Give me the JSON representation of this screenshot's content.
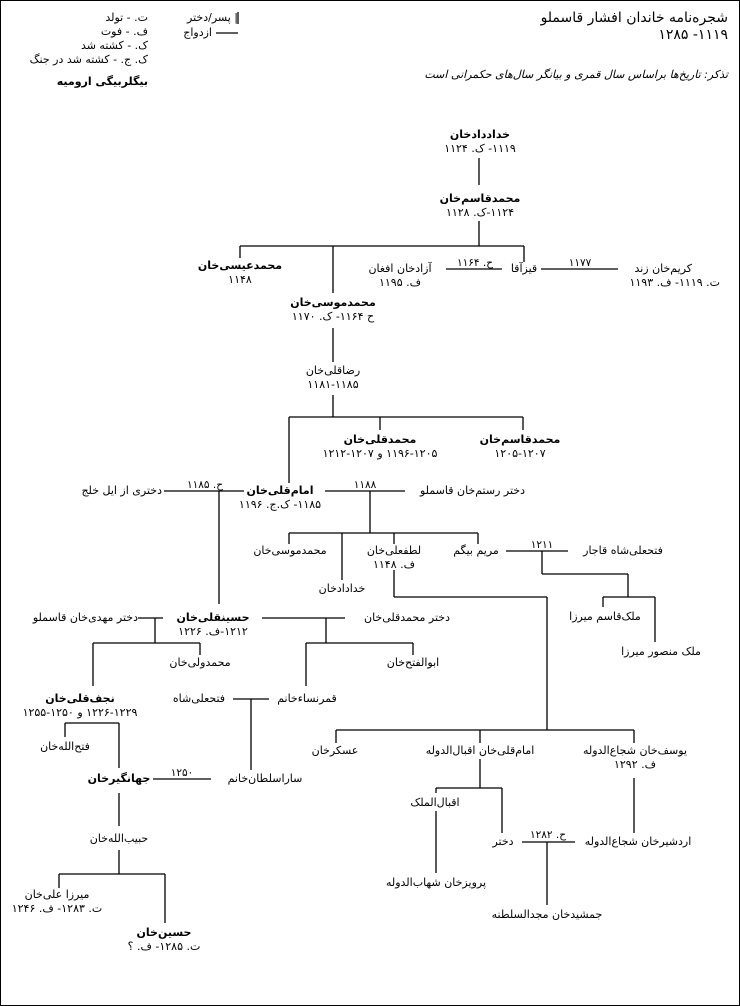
{
  "header": {
    "title": "شجره‌نامه خاندان افشار قاسملو",
    "years": "۱۱۱۹- ۱۲۸۵",
    "note": "تذکر: تاریخ‌ها براساس سال قمری و بیانگر سال‌های حکمرانی است"
  },
  "legend": {
    "abbreviations": [
      "ت. - تولد",
      "ف. - فوت",
      "ک. - کشته شد",
      "ک. ج. - کشته شد در جنگ"
    ],
    "child_line": "| پسر/دختر",
    "marriage_line": "ازدواج",
    "office": "بیگلربیگی ارومیه"
  },
  "people": {
    "khodadad": {
      "name": "خداددادخان",
      "dates": "۱۱۱۹- ک. ۱۱۲۴"
    },
    "mqasem1": {
      "name": "محمدقاسم‌خان",
      "dates": "۱۱۲۴-ک. ۱۱۲۸"
    },
    "meisa": {
      "name": "محمدعیسی‌خان",
      "dates": "۱۱۴۸"
    },
    "mmusa": {
      "name": "محمدموسی‌خان",
      "dates": "ح ۱۱۶۴- ک. ۱۱۷۰"
    },
    "azad": {
      "name": "آزادخان افغان",
      "dates": "ف. ۱۱۹۵"
    },
    "qizaqa": {
      "name": "قیزآقا"
    },
    "karim": {
      "name": "کریم‌خان زند",
      "dates": "ت. ۱۱۱۹- ف. ۱۱۹۳"
    },
    "reza": {
      "name": "رضاقلی‌خان",
      "dates": "۱۱۸۱-۱۱۸۵"
    },
    "mqoli": {
      "name": "محمدقلی‌خان",
      "dates": "۱۱۹۶-۱۲۰۵ و ۱۲۰۷-۱۲۱۲"
    },
    "mqasem2": {
      "name": "محمدقاسم‌خان",
      "dates": "۱۲۰۵-۱۲۰۷"
    },
    "emam": {
      "name": "امام‌قلی‌خان",
      "dates": "۱۱۸۵- ک.ج. ۱۱۹۶"
    },
    "khalaj": {
      "name": "دختری از ایل خلج"
    },
    "rostam_d": {
      "name": "دختر رستم‌خان قاسملو"
    },
    "mmusa2": {
      "name": "محمدموسی‌خان"
    },
    "lotf": {
      "name": "لطفعلی‌خان",
      "dates": "ف. ۱۱۴۸"
    },
    "maryam": {
      "name": "مریم بیگم"
    },
    "fathali_q": {
      "name": "فتحعلی‌شاه قاجار"
    },
    "khodadad2": {
      "name": "خدادادخان"
    },
    "malek_qasem": {
      "name": "ملک‌قاسم میرزا"
    },
    "malek_mansur": {
      "name": "ملک منصور میرزا"
    },
    "mahdi_d": {
      "name": "دختر مهدی‌خان قاسملو"
    },
    "hosein": {
      "name": "حسینقلی‌خان",
      "dates": "۱۲۱۲-ف. ۱۲۲۶"
    },
    "mqoli_d": {
      "name": "دختر محمدقلی‌خان"
    },
    "mvali": {
      "name": "محمدولی‌خان"
    },
    "abolfath": {
      "name": "ابوالفتح‌خان"
    },
    "najaf": {
      "name": "نجف‌قلی‌خان",
      "dates": "۱۲۲۶-۱۲۲۹ و ۱۲۵۰-۱۲۵۵"
    },
    "fathali_s": {
      "name": "فتحعلی‌شاه"
    },
    "qamar": {
      "name": "قمرنساءخانم"
    },
    "fathollah": {
      "name": "فتح‌الله‌خان"
    },
    "jahangir": {
      "name": "جهانگیرخان"
    },
    "sara": {
      "name": "ساراسلطان‌خانم"
    },
    "askar": {
      "name": "عسکرخان"
    },
    "emam2": {
      "name": "امام‌قلی‌خان اقبال‌الدوله"
    },
    "yusof": {
      "name": "یوسف‌خان شجاع‌الدوله",
      "dates": "ف. ۱۲۹۲"
    },
    "eqbal": {
      "name": "اقبال‌الملک"
    },
    "dokhtar": {
      "name": "دختر"
    },
    "ardeshir": {
      "name": "اردشیرخان شجاع‌الدوله"
    },
    "parviz": {
      "name": "پرویزخان شهاب‌الدوله"
    },
    "jamshid": {
      "name": "جمشیدخان مجدالسلطنه"
    },
    "habib": {
      "name": "حبیب‌الله‌خان"
    },
    "mirza_ali": {
      "name": "میرزا علی‌خان",
      "dates": "ت. ۱۲۸۳- ف. ۱۲۴۶"
    },
    "hosein2": {
      "name": "حسین‌خان",
      "dates": "ت. ۱۲۸۵- ف. ؟"
    }
  },
  "marriages": {
    "azad_qizaqa": "ح. ۱۱۶۴",
    "qizaqa_karim": "۱۱۷۷",
    "emam_khalaj": "ح. ۱۱۸۵",
    "emam_rostam": "۱۱۸۸",
    "maryam_fathali": "۱۲۱۱",
    "jahangir_sara": "۱۲۵۰",
    "dokhtar_ardeshir": "ح. ۱۲۸۲"
  }
}
